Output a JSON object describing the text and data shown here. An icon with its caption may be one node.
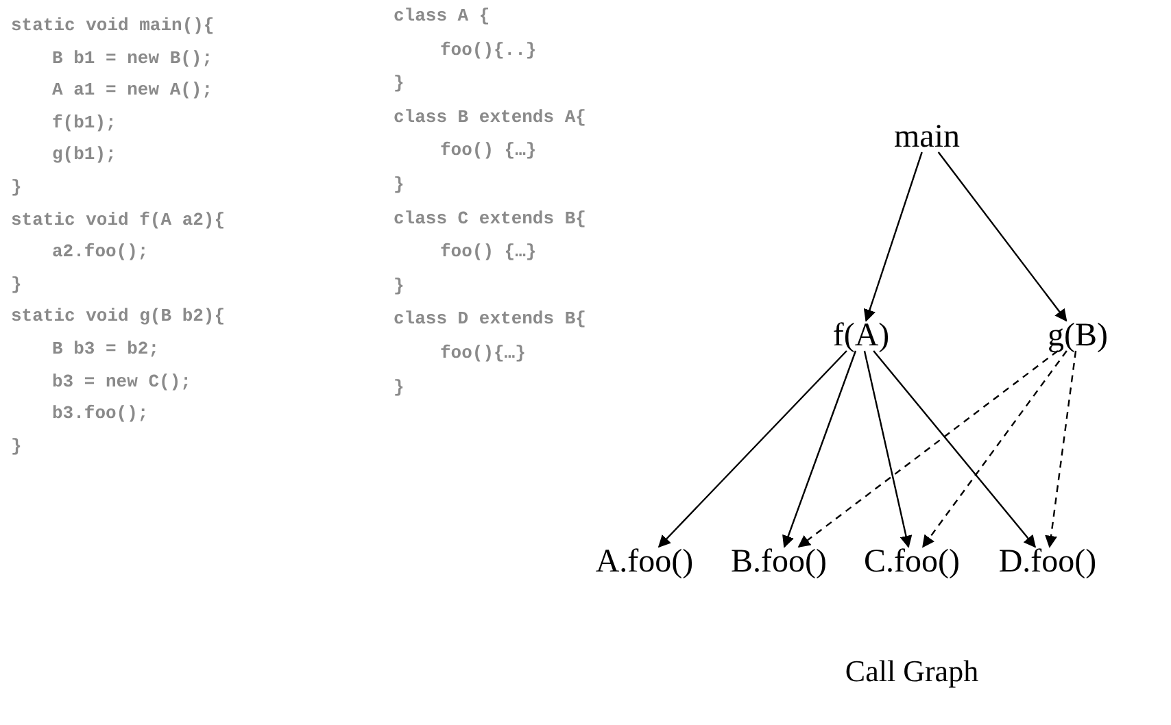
{
  "diagram": {
    "caption": "Call Graph",
    "nodes": [
      {
        "text": [
          "main"
        ]
      },
      {
        "text": [
          "f(A)"
        ]
      },
      {
        "text": [
          "g(B)"
        ]
      },
      {
        "text": [
          "A.foo()"
        ]
      },
      {
        "text": [
          "B.foo()"
        ]
      },
      {
        "text": [
          "C.foo()"
        ]
      },
      {
        "text": [
          "D.foo()"
        ]
      }
    ],
    "edges": [
      {
        "from": 0,
        "to": 1,
        "arrow": "to"
      },
      {
        "from": 0,
        "to": 2,
        "arrow": "to"
      },
      {
        "from": 1,
        "to": 3,
        "arrow": "to"
      },
      {
        "from": 1,
        "to": 4,
        "arrow": "to"
      },
      {
        "from": 1,
        "to": 5,
        "arrow": "to"
      },
      {
        "from": 1,
        "to": 6,
        "arrow": "to"
      },
      {
        "from": 2,
        "to": 4,
        "arrow": "to",
        "style": "dashed"
      },
      {
        "from": 2,
        "to": 5,
        "arrow": "to",
        "style": "dashed"
      },
      {
        "from": 2,
        "to": 6,
        "arrow": "to",
        "style": "dashed"
      }
    ],
    "labels": [
      "static void main(){",
      "B b1 = new B();",
      "A a1 = new A();",
      "f(b1);",
      "g(b1);",
      "}",
      "static void f(A a2){",
      "a2.foo();",
      "}",
      "static void g(B b2){",
      "B b3 = b2;",
      "b3 = new C();",
      "b3.foo();",
      "}",
      "class A {",
      "foo(){..}",
      "}",
      "class B extends A{",
      "foo() {…}",
      "}",
      "class C extends B{",
      "foo() {…}",
      "}",
      "class D extends B{",
      "foo(){…}",
      "}"
    ]
  }
}
